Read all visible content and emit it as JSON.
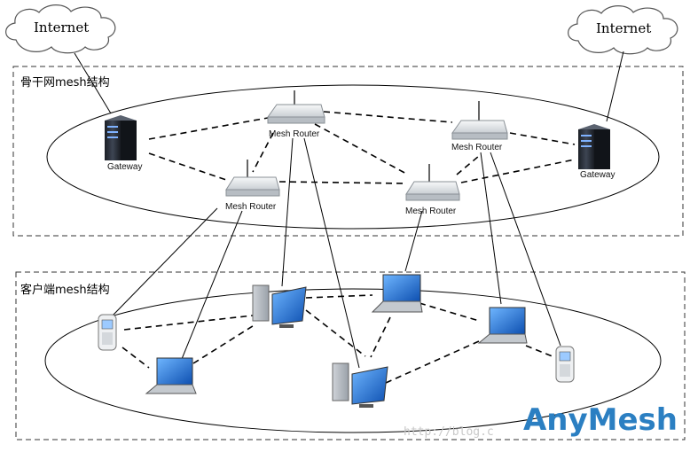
{
  "clouds": {
    "left_label": "Internet",
    "right_label": "Internet"
  },
  "zones": {
    "backbone_title": "骨干网mesh结构",
    "client_title": "客户端mesh结构"
  },
  "devices": {
    "gateway_left": "Gateway",
    "gateway_right": "Gateway",
    "router_top": "Mesh Router",
    "router_top_right": "Mesh Router",
    "router_mid_left": "Mesh Router",
    "router_mid_right": "Mesh Router"
  },
  "brand": {
    "text": "AnyMesh",
    "color": "#2b7fc2"
  },
  "watermark": "http://blog.c",
  "colors": {
    "line": "#000000",
    "screen": "#1f6fd6",
    "server": "#2a2f38",
    "router": "#e9ecef"
  }
}
